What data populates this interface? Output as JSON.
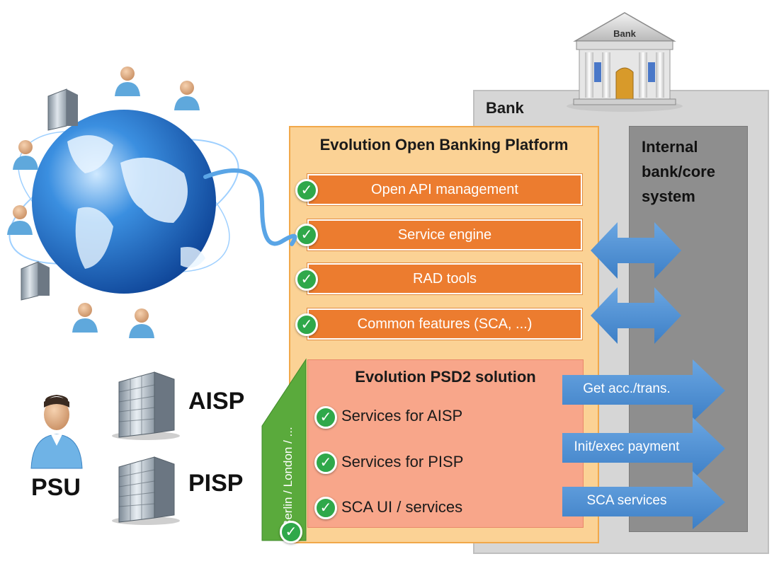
{
  "bank": {
    "label": "Bank",
    "building_sign": "Bank"
  },
  "core": {
    "label_lines": [
      "Internal",
      "bank/core",
      "system"
    ]
  },
  "platform": {
    "title": "Evolution Open Banking Platform",
    "modules": [
      "Open API management",
      "Service engine",
      "RAD tools",
      "Common features (SCA, ...)"
    ]
  },
  "psd2": {
    "title": "Evolution PSD2 solution",
    "services": [
      "Services for AISP",
      "Services for PISP",
      "SCA UI / services"
    ],
    "location_tag": "Berlin / London / ..."
  },
  "outbound_arrows": [
    "Get acc./trans.",
    "Init/exec payment",
    "SCA services"
  ],
  "actors": {
    "psu": "PSU",
    "aisp": "AISP",
    "pisp": "PISP"
  },
  "colors": {
    "module_orange": "#ec7c2f",
    "platform_bg": "#fbd295",
    "psd2_bg": "#f8a68a",
    "arrow_blue": "#4a8fd4",
    "check_green": "#2fa84a",
    "location_green": "#5aaa3c",
    "core_gray": "#8e8e8e",
    "bank_gray": "#d6d6d6"
  },
  "icons": [
    "globe-icon",
    "user-icon",
    "office-building-icon",
    "bank-building-icon",
    "checkmark-icon"
  ]
}
